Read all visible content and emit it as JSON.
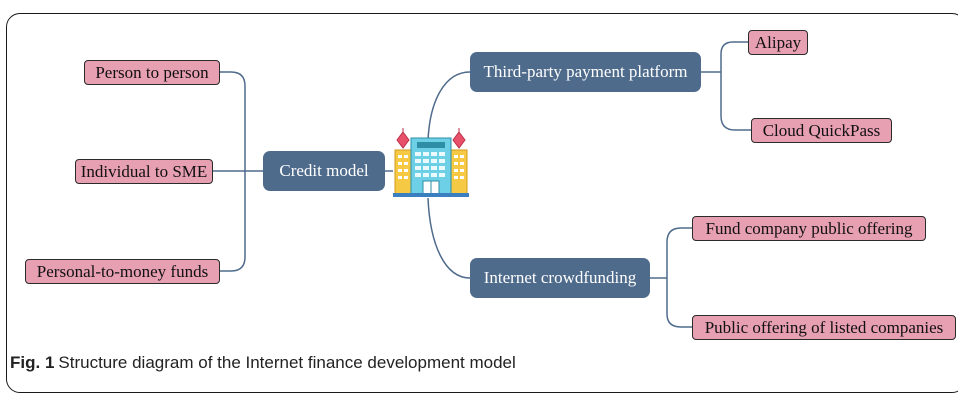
{
  "diagram": {
    "center_icon": "office-building-icon",
    "hub_color": "#4f6b8c",
    "leaf_color": "#e79fb2",
    "hubs": {
      "credit_model": "Credit model",
      "third_party_payment": "Third-party payment platform",
      "internet_crowdfunding": "Internet crowdfunding"
    },
    "leaves": {
      "person_to_person": "Person to person",
      "individual_to_sme": "Individual to SME",
      "personal_to_money_funds": "Personal-to-money funds",
      "alipay": "Alipay",
      "cloud_quickpass": "Cloud QuickPass",
      "fund_company_public_offering": "Fund company public offering",
      "public_offering_listed_companies": "Public offering of listed companies"
    }
  },
  "caption": {
    "label": "Fig. 1",
    "text": "Structure diagram of the Internet finance development model"
  }
}
